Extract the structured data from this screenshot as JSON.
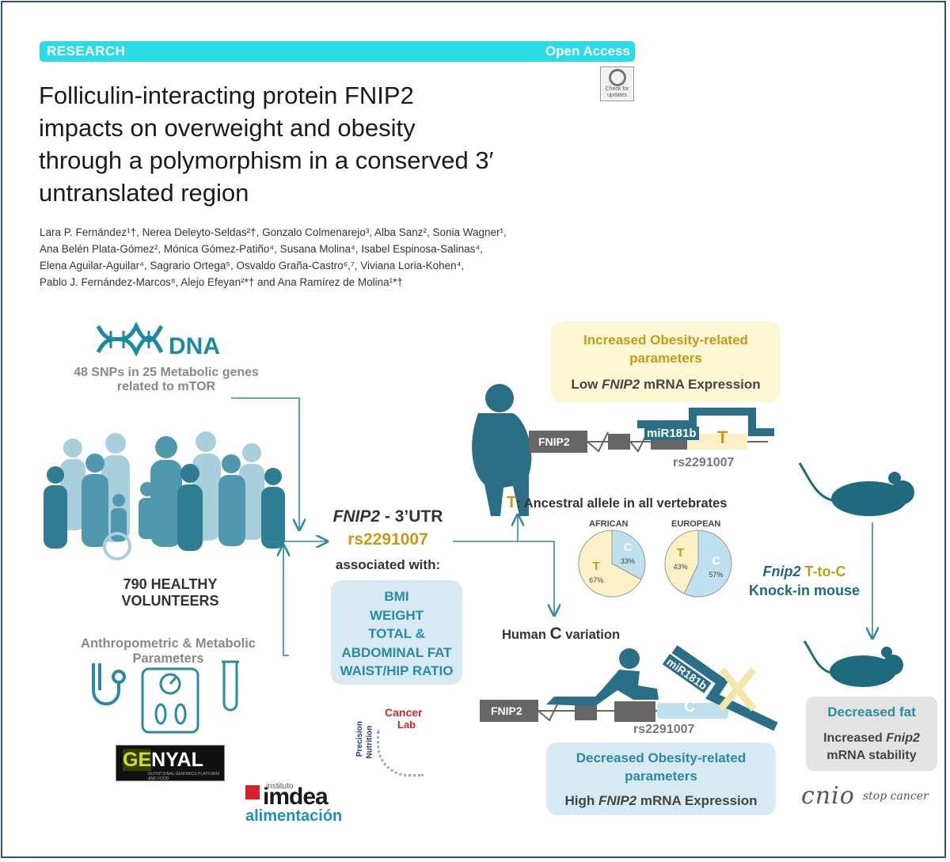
{
  "header": {
    "banner_left": "RESEARCH",
    "banner_right": "Open Access",
    "check_line1": "Check for",
    "check_line2": "updates",
    "title_lines": [
      "Folliculin-interacting protein FNIP2",
      "impacts on overweight and obesity",
      "through a polymorphism in a conserved 3′",
      "untranslated region"
    ],
    "authors_lines": [
      "Lara P. Fernández¹†, Nerea Deleyto-Seldas²†, Gonzalo Colmenarejo³, Alba Sanz², Sonia Wagner¹,",
      "Ana Belén Plata-Gómez², Mónica Gómez-Patiño⁴, Susana Molina⁴, Isabel Espinosa-Salinas⁴,",
      "Elena Aguilar-Aguilar⁴, Sagrario Ortega⁵, Osvaldo Graña-Castro⁶,⁷, Viviana Loria-Kohen⁴,",
      "Pablo J. Fernández-Marcos⁸, Alejo Efeyan²*† and Ana Ramírez de Molina¹*†"
    ]
  },
  "left": {
    "dna_label": "DNA",
    "snps_line1": "48 SNPs in 25 Metabolic genes",
    "snps_line2": "related to mTOR",
    "volunteers_line1": "790 HEALTHY",
    "volunteers_line2": "VOLUNTEERS",
    "anthro_line1": "Anthropometric & Metabolic",
    "anthro_line2": "Parameters",
    "genyal_ge": "GE",
    "genyal_rest": "NYAL",
    "genyal_sub": "NUTRITIONAL GENOMICS PLATFORM AND FOOD",
    "imdea_small": "instituto",
    "imdea_big": "imdea",
    "imdea_sub": "alimentación"
  },
  "center": {
    "gene": "FNIP2",
    "utr": " - 3’UTR",
    "snp": "rs2291007",
    "assoc": "associated with:",
    "traits": [
      "BMI",
      "WEIGHT",
      "TOTAL &",
      "ABDOMINAL FAT",
      "WAIST/HIP RATIO"
    ],
    "lab_line1": "Cancer",
    "lab_line2": "Lab",
    "lab_vertical1": "Precision",
    "lab_vertical2": "Nutrition"
  },
  "top_right": {
    "increased_line1": "Increased Obesity-related",
    "increased_line2": "parameters",
    "low_prefix": "Low ",
    "low_gene": "FNIP2",
    "low_suffix": " mRNA Expression",
    "fnip2_box": "FNIP2",
    "mir": "miR181b",
    "allele_t": "T",
    "snp": "rs2291007",
    "ancestral_t": "T",
    "ancestral_text": ": Ancestral allele in all vertebrates"
  },
  "chart_data": [
    {
      "type": "pie",
      "title": "AFRICAN",
      "categories": [
        "C",
        "T"
      ],
      "values": [
        33,
        67
      ],
      "labels": [
        "33%",
        "67%"
      ],
      "colors": [
        "#bfe0ee",
        "#fdf0c7"
      ]
    },
    {
      "type": "pie",
      "title": "EUROPEAN",
      "categories": [
        "C",
        "T"
      ],
      "values": [
        57,
        43
      ],
      "labels": [
        "57%",
        "43%"
      ],
      "colors": [
        "#bfe0ee",
        "#fdf0c7"
      ]
    }
  ],
  "bottom_right": {
    "human_prefix": "Human ",
    "human_c": "C",
    "human_suffix": " variation",
    "fnip2_box": "FNIP2",
    "allele_c": "C",
    "snp": "rs2291007",
    "mir": "miR181b",
    "decreased_line1": "Decreased Obesity-related",
    "decreased_line2": "parameters",
    "high_prefix": "High ",
    "high_gene": "FNIP2",
    "high_suffix": " mRNA Expression"
  },
  "mouse": {
    "knock_gene": "Fnip2",
    "knock_tc": " T-to-C",
    "knock_line2": "Knock-in mouse",
    "dec_fat": "Decreased fat",
    "inc_prefix": "Increased ",
    "inc_gene": "Fnip2",
    "inc_line2": "mRNA stability",
    "cnio": "cnio",
    "stop": "stop cancer"
  },
  "colors": {
    "teal": "#1e6b80",
    "banner": "#2bdce6",
    "gold": "#c79a16",
    "grey": "#888888"
  }
}
